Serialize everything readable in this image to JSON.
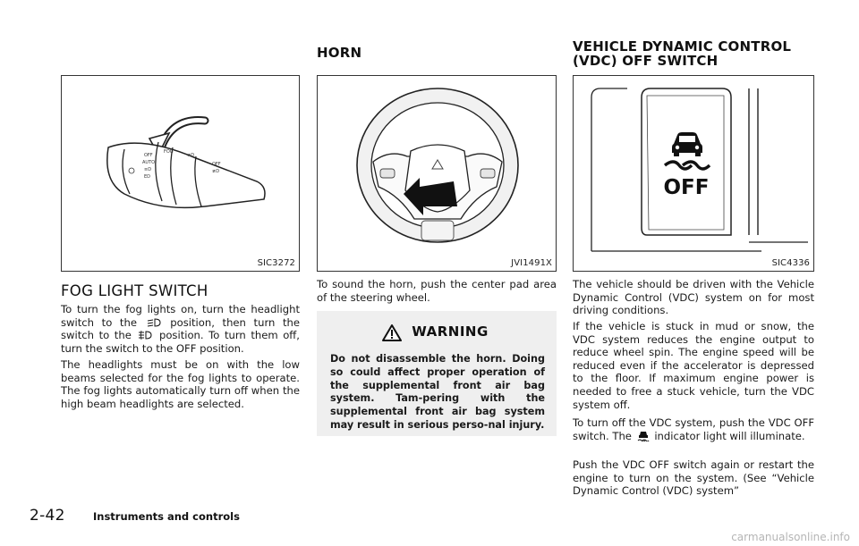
{
  "figures": {
    "fog": {
      "code": "SIC3272"
    },
    "horn": {
      "code": "JVI1491X"
    },
    "vdc": {
      "code": "SIC4336",
      "switch_label": "OFF"
    }
  },
  "headings": {
    "fog": "FOG LIGHT SWITCH",
    "horn": "HORN",
    "vdc_line1": "VEHICLE DYNAMIC CONTROL",
    "vdc_line2": "(VDC) OFF SWITCH"
  },
  "fog": {
    "p1_a": "To turn the fog lights on, turn the headlight switch to the",
    "p1_b": "position, then turn the switch to the",
    "p1_c": "position. To turn them off, turn the switch to the OFF position.",
    "p2": "The headlights must be on with the low beams selected for the fog lights to operate. The fog lights automatically turn off when the high beam headlights are selected."
  },
  "horn": {
    "p1": "To sound the horn, push the center pad area of the steering wheel.",
    "warning_title": "WARNING",
    "warning_text": "Do not disassemble the horn. Doing so could affect proper operation of the supplemental front air bag system. Tam-pering with the supplemental front air bag system may result in serious perso-nal injury."
  },
  "vdc": {
    "p1": "The vehicle should be driven with the Vehicle Dynamic Control (VDC) system on for most driving conditions.",
    "p2": "If the vehicle is stuck in mud or snow, the VDC system reduces the engine output to reduce wheel spin. The engine speed will be reduced even if the accelerator is depressed to the floor. If maximum engine power is needed to free a stuck vehicle, turn the VDC system off.",
    "p3_a": "To turn off the VDC system, push the VDC OFF switch. The",
    "p3_b": "indicator light will illuminate.",
    "p4": "Push the VDC OFF switch again or restart the engine to turn on the system. (See “Vehicle Dynamic Control (VDC) system”"
  },
  "footer": {
    "page_number": "2-42",
    "section_title": "Instruments and controls",
    "watermark": "carmanualsonline.info"
  }
}
